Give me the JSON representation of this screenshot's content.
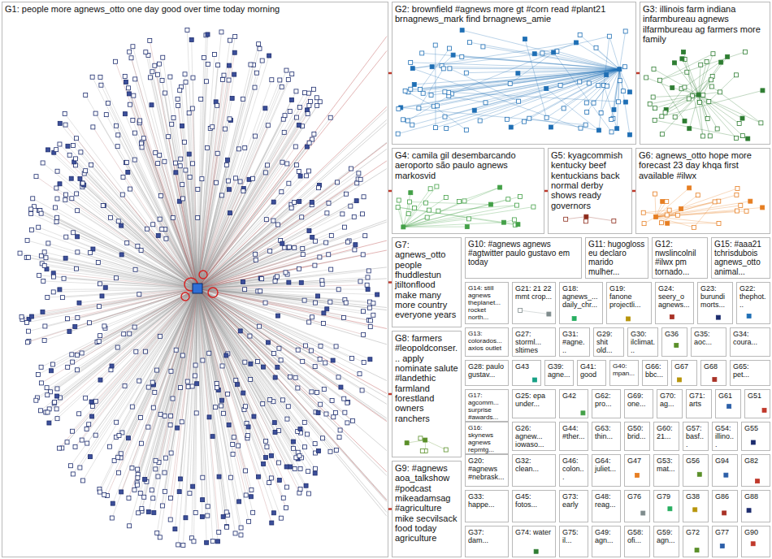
{
  "diagram": {
    "nodes": [
      {
        "text": [
          "G1: people more agnews_otto one day good over time today morning"
        ]
      },
      {
        "text": [
          "G2: brownfield #agnews more gt #corn read #plant21 brnagnews_mark find brnagnews_amie"
        ]
      },
      {
        "text": [
          "G3: illinois farm indiana infarmbureau agnews ilfarmbureau ag farmers more family"
        ]
      },
      {
        "text": [
          "G4: camila gil desembarcando aeroporto são paulo agnews markosvid"
        ]
      },
      {
        "text": [
          "G5: kyagcommish kentucky beef kentuckians back normal derby shows ready governors"
        ]
      },
      {
        "text": [
          "G6: agnews_otto hope more forecast 23 day khqa first available #ilwx"
        ]
      },
      {
        "text": [
          "G7: agnews_otto people fhuddlestun jtiltonflood make many more country everyone years"
        ]
      },
      {
        "text": [
          "G8: farmers #leopoldconser... apply nominate salute #landethic farmland forestland owners ranchers"
        ]
      },
      {
        "text": [
          "G9: #agnews aoa_talkshow #podcast mikeadamsag #agriculture mike secvilsack food today agriculture"
        ]
      },
      {
        "text": [
          "G10: #agnews agnews #agtwitter paulo gustavo em today"
        ]
      },
      {
        "text": [
          "G11: hugogloss eu declaro marido mulher..."
        ]
      },
      {
        "text": [
          "G12: nwslincolnil #ilwx pm tornado..."
        ]
      },
      {
        "text": [
          "G15: #aaa21 tchrisdubois agnews_otto animal..."
        ]
      },
      {
        "text": [
          "G14: still agnews theplanet... rocket north..."
        ]
      },
      {
        "text": [
          "G21: 21 22 mmt crop..."
        ]
      },
      {
        "text": [
          "G18: agnews_... daily_chr..."
        ]
      },
      {
        "text": [
          "G19: fanone projectli..."
        ]
      },
      {
        "text": [
          "G24: seery_o agnews..."
        ]
      },
      {
        "text": [
          "G23: burundi morts..."
        ]
      },
      {
        "text": [
          "G22: thephot..."
        ]
      },
      {
        "text": [
          "G13: colorados... axios outlet"
        ]
      },
      {
        "text": [
          "G27: storml... sltimes"
        ]
      },
      {
        "text": [
          "G31: #agne..."
        ]
      },
      {
        "text": [
          "G29: shit old..."
        ]
      },
      {
        "text": [
          "G30: ilclimat..."
        ]
      },
      {
        "text": [
          "G36"
        ]
      },
      {
        "text": [
          "G35: aoc..."
        ]
      },
      {
        "text": [
          "G34: coura..."
        ]
      },
      {
        "text": [
          "G28: paulo gustav..."
        ]
      },
      {
        "text": [
          "G43"
        ]
      },
      {
        "text": [
          "G39: agne..."
        ]
      },
      {
        "text": [
          "G41: good"
        ]
      },
      {
        "text": [
          "G40: mpan..."
        ]
      },
      {
        "text": [
          "G66: bbc..."
        ]
      },
      {
        "text": [
          "G67"
        ]
      },
      {
        "text": [
          "G68"
        ]
      },
      {
        "text": [
          "G65: pet..."
        ]
      },
      {
        "text": [
          "G17: agcomm... surprise #awards..."
        ]
      },
      {
        "text": [
          "G25: epa under..."
        ]
      },
      {
        "text": [
          "G42"
        ]
      },
      {
        "text": [
          "G62: pro..."
        ]
      },
      {
        "text": [
          "G69: one..."
        ]
      },
      {
        "text": [
          "G70: ag..."
        ]
      },
      {
        "text": [
          "G71: arts"
        ]
      },
      {
        "text": [
          "G61"
        ]
      },
      {
        "text": [
          "G51"
        ]
      },
      {
        "text": [
          "G16: skynews agnews repmtg..."
        ]
      },
      {
        "text": [
          "G26: agnew... iowaso..."
        ]
      },
      {
        "text": [
          "G44: #ther..."
        ]
      },
      {
        "text": [
          "G63: thin..."
        ]
      },
      {
        "text": [
          "G50: brid..."
        ]
      },
      {
        "text": [
          "G60: 21..."
        ]
      },
      {
        "text": [
          "G57: basf..."
        ]
      },
      {
        "text": [
          "G54: illino..."
        ]
      },
      {
        "text": [
          "G55"
        ]
      },
      {
        "text": [
          "G20: #agnews #nebrask..."
        ]
      },
      {
        "text": [
          "G32: clean..."
        ]
      },
      {
        "text": [
          "G46: colon..."
        ]
      },
      {
        "text": [
          "G64: juliet..."
        ]
      },
      {
        "text": [
          "G47"
        ]
      },
      {
        "text": [
          "G53: mat..."
        ]
      },
      {
        "text": [
          "G56"
        ]
      },
      {
        "text": [
          "G94"
        ]
      },
      {
        "text": [
          "G82"
        ]
      },
      {
        "text": [
          "G33: happe..."
        ]
      },
      {
        "text": [
          "G45: fotos..."
        ]
      },
      {
        "text": [
          "G73: early"
        ]
      },
      {
        "text": [
          "G48: reag..."
        ]
      },
      {
        "text": [
          "G76"
        ]
      },
      {
        "text": [
          "G79"
        ]
      },
      {
        "text": [
          "G38"
        ]
      },
      {
        "text": [
          "G86"
        ]
      },
      {
        "text": [
          "G88"
        ]
      },
      {
        "text": [
          "G37: dam..."
        ]
      },
      {
        "text": [
          "G74: water"
        ]
      },
      {
        "text": [
          "G75: il..."
        ]
      },
      {
        "text": [
          "G49: agn..."
        ]
      },
      {
        "text": [
          "G58: ofi..."
        ]
      },
      {
        "text": [
          "G59: agn..."
        ]
      },
      {
        "text": [
          "G72"
        ]
      },
      {
        "text": [
          "G77"
        ]
      },
      {
        "text": [
          "G90"
        ]
      }
    ],
    "edges": [
      {
        "from": 0,
        "to": 1,
        "arrow": "none"
      },
      {
        "from": 1,
        "to": 2,
        "arrow": "none"
      },
      {
        "from": 0,
        "to": 3,
        "arrow": "none"
      },
      {
        "from": 3,
        "to": 4,
        "arrow": "none"
      },
      {
        "from": 4,
        "to": 5,
        "arrow": "none"
      },
      {
        "from": 0,
        "to": 6,
        "arrow": "none"
      },
      {
        "from": 0,
        "to": 7,
        "arrow": "none"
      },
      {
        "from": 0,
        "to": 8,
        "arrow": "none"
      }
    ]
  }
}
